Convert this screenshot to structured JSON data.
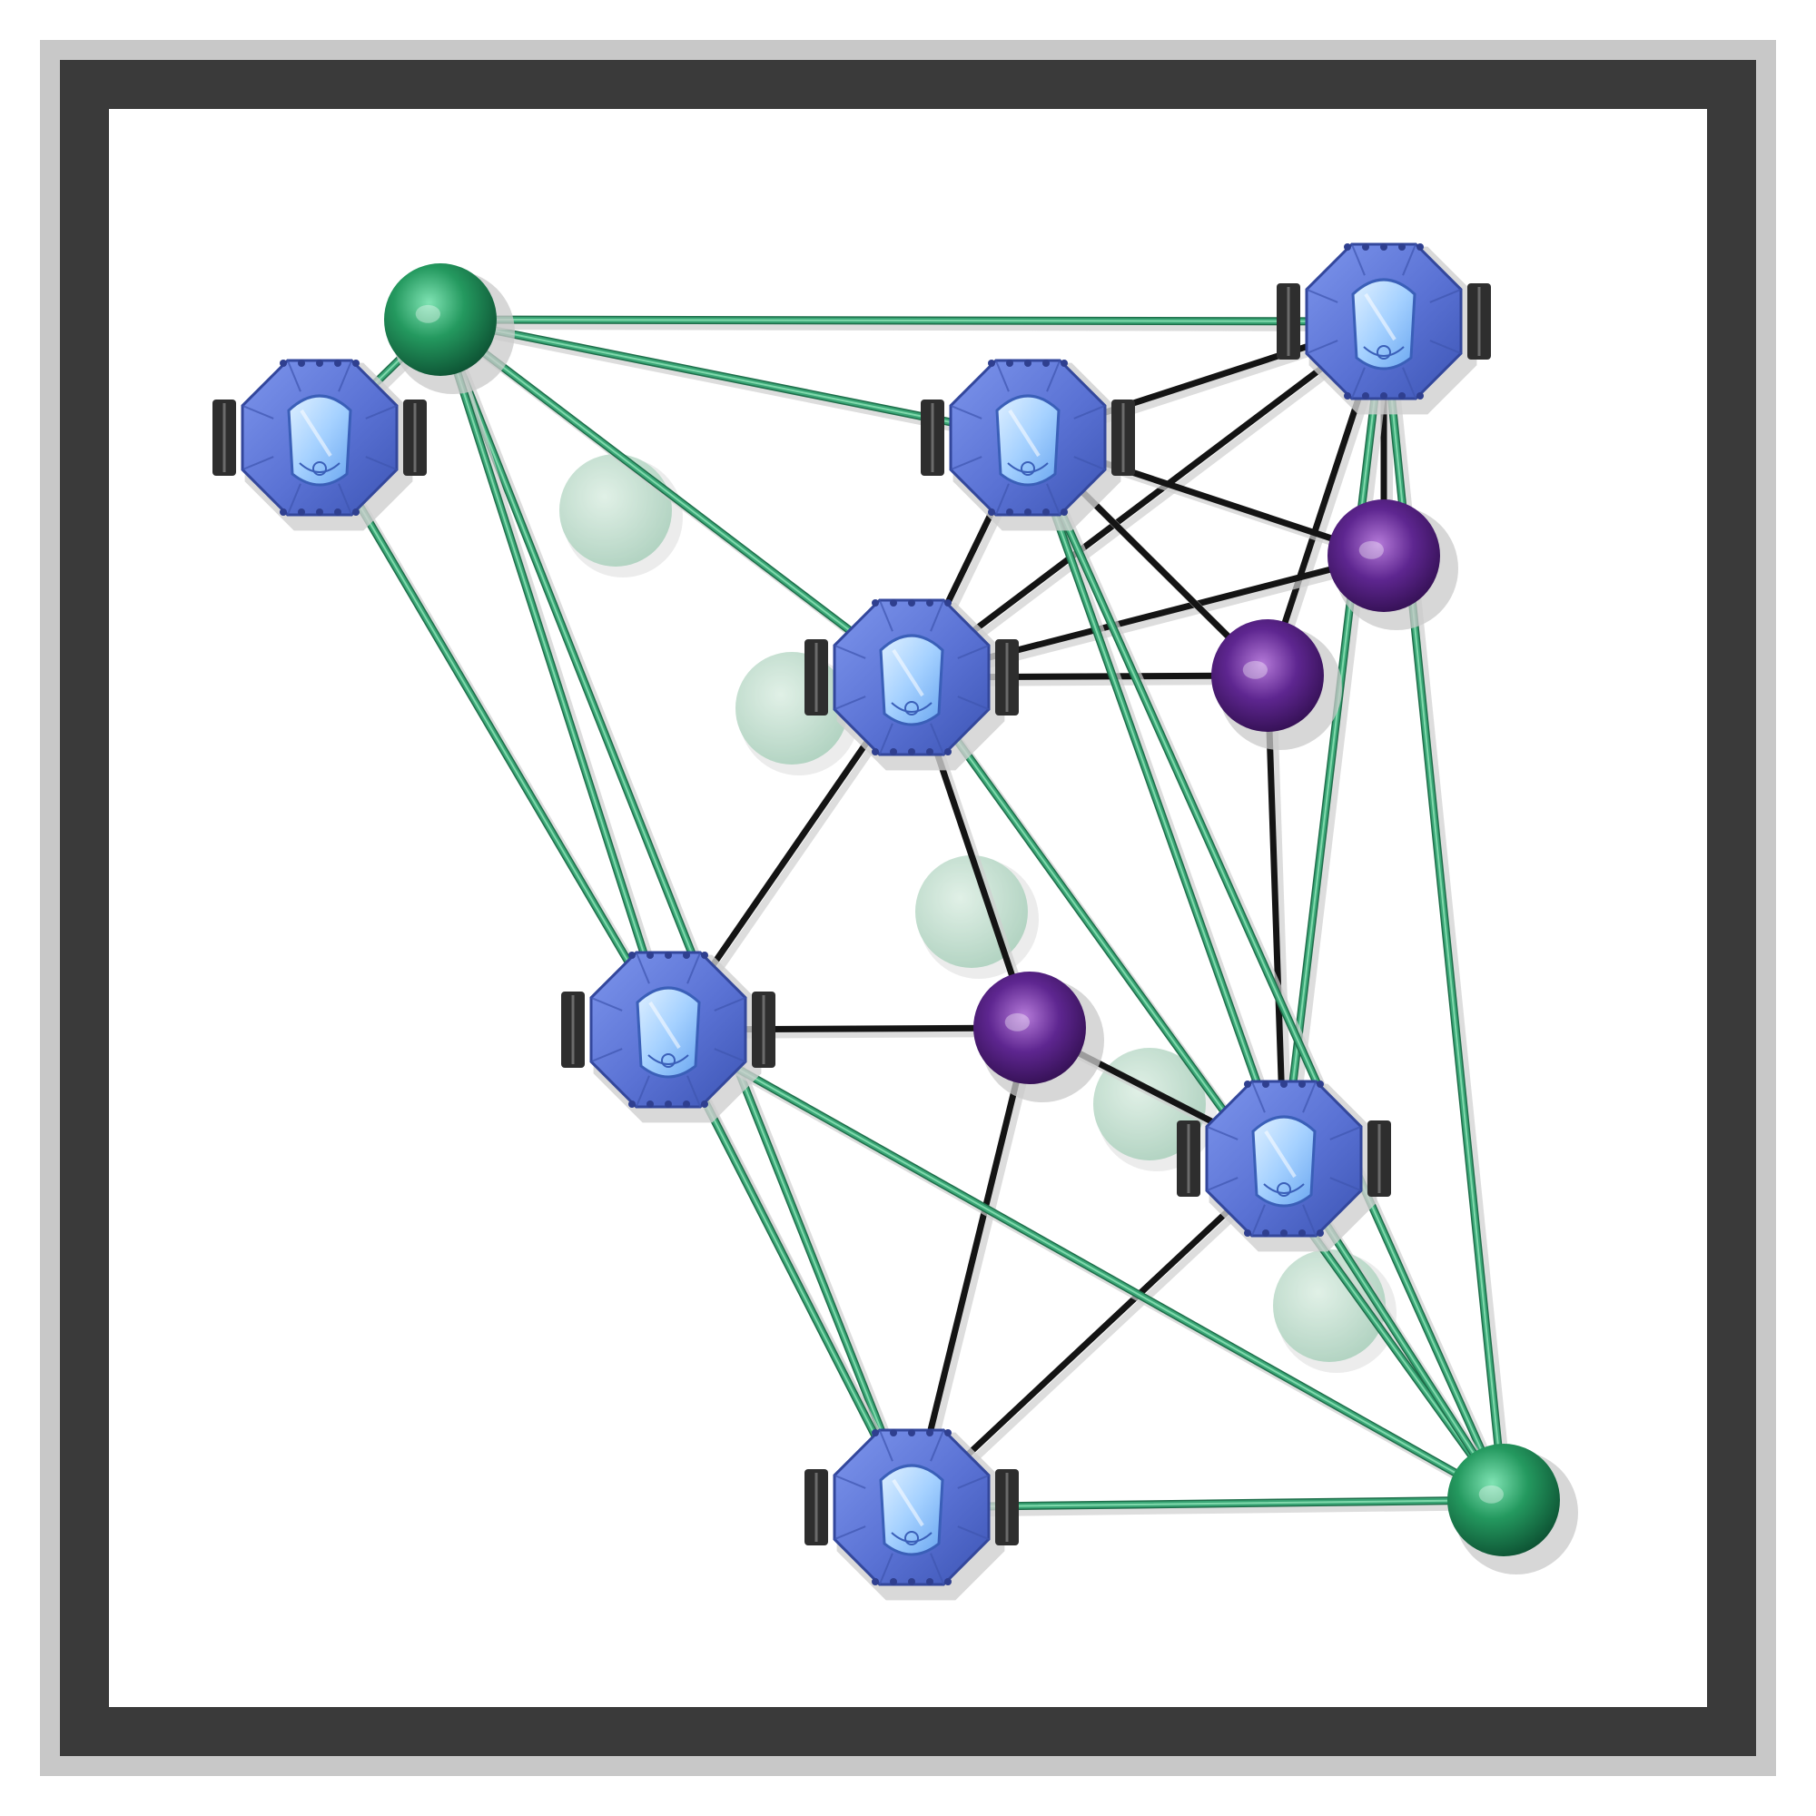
{
  "scene": {
    "colors": {
      "arena_outer": "#c4c4c4",
      "arena_wall": "#3a3a3a",
      "floor": "#ffffff",
      "edge_green": "#3aa676",
      "edge_green_light": "#7fd8ab",
      "edge_black": "#141414",
      "anchor_green": "#1f9460",
      "target_purple": "#5a2386",
      "robot_body": "#5b74d6",
      "robot_window": "#a8d4ff",
      "wheel": "#2e2e2e",
      "ghost": "#b9d9c7"
    },
    "robots": [
      {
        "id": "r1"
      },
      {
        "id": "r2"
      },
      {
        "id": "r3"
      },
      {
        "id": "r4"
      },
      {
        "id": "r5"
      },
      {
        "id": "r6"
      },
      {
        "id": "r7"
      }
    ],
    "anchors": [
      {
        "id": "a1"
      },
      {
        "id": "a2"
      }
    ],
    "targets": [
      {
        "id": "p1"
      },
      {
        "id": "p2"
      },
      {
        "id": "p3"
      }
    ],
    "ghosts": [
      {
        "id": "g1"
      },
      {
        "id": "g2"
      },
      {
        "id": "g3"
      },
      {
        "id": "g4"
      },
      {
        "id": "g5"
      }
    ],
    "green_edges": [
      [
        "a1",
        "r2"
      ],
      [
        "a1",
        "r1"
      ],
      [
        "a1",
        "r3"
      ],
      [
        "a1",
        "r7"
      ],
      [
        "a1",
        "r5"
      ],
      [
        "a1",
        "r4"
      ],
      [
        "r1",
        "r5"
      ],
      [
        "r2",
        "r6"
      ],
      [
        "r3",
        "a2"
      ],
      [
        "r6",
        "r3"
      ],
      [
        "r4",
        "a2"
      ],
      [
        "r5",
        "a2"
      ],
      [
        "r5",
        "r7"
      ],
      [
        "r2",
        "a2"
      ],
      [
        "r7",
        "a2"
      ],
      [
        "r6",
        "a2"
      ]
    ],
    "black_edges": [
      [
        "r3",
        "r2"
      ],
      [
        "r3",
        "p2"
      ],
      [
        "r3",
        "r4"
      ],
      [
        "r3",
        "p1"
      ],
      [
        "r4",
        "r2"
      ],
      [
        "r4",
        "p1"
      ],
      [
        "r4",
        "p2"
      ],
      [
        "r4",
        "r5"
      ],
      [
        "r4",
        "p3"
      ],
      [
        "r2",
        "p1"
      ],
      [
        "r2",
        "p2"
      ],
      [
        "r5",
        "p3"
      ],
      [
        "r5",
        "r7"
      ],
      [
        "p3",
        "r6"
      ],
      [
        "p3",
        "r7"
      ],
      [
        "r6",
        "r7"
      ],
      [
        "p2",
        "r6"
      ]
    ]
  }
}
